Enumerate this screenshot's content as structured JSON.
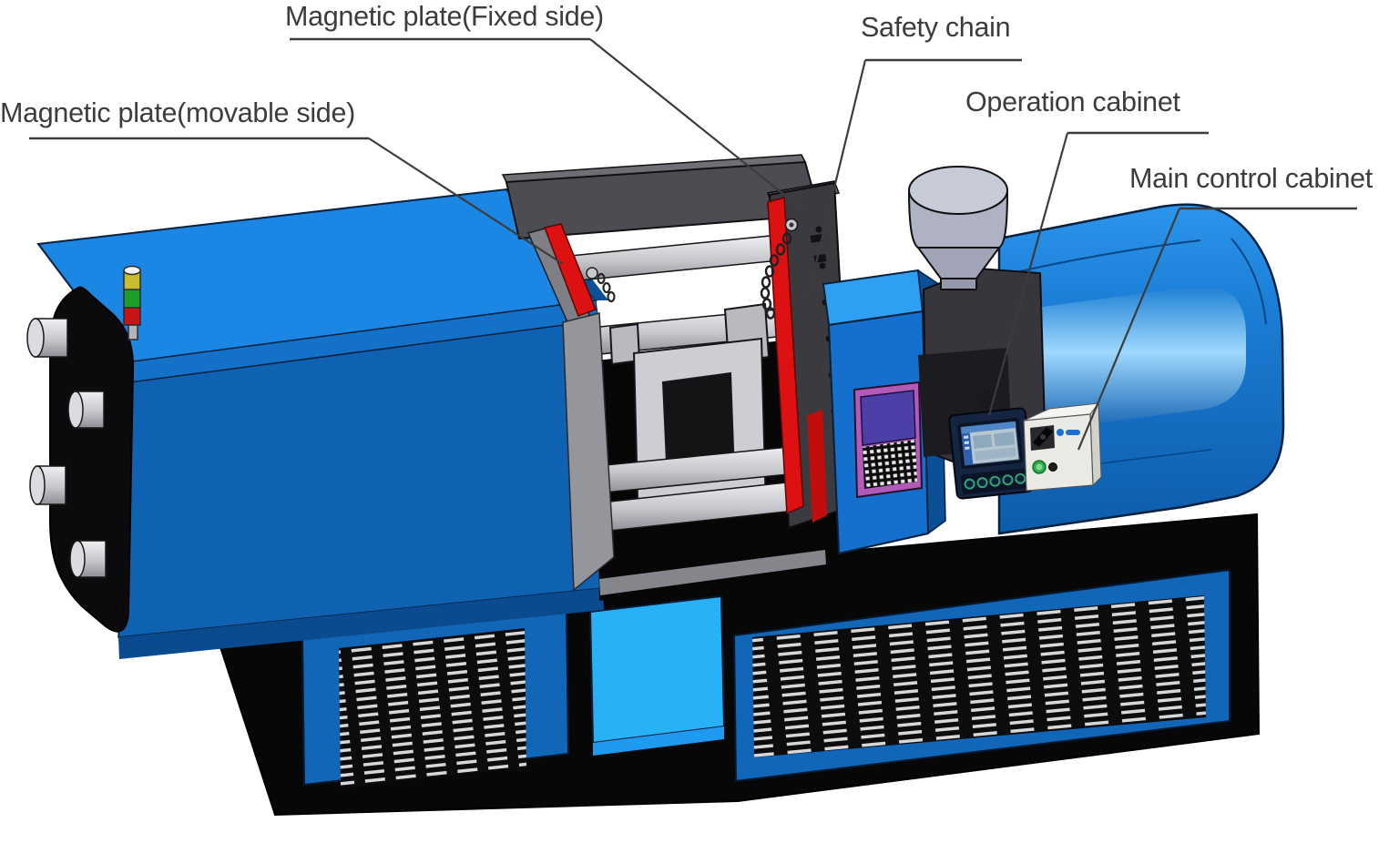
{
  "diagram": {
    "subject": "injection molding machine schematic",
    "labels": {
      "magnetic_plate_fixed": "Magnetic plate(Fixed side)",
      "magnetic_plate_movable": "Magnetic plate(movable side)",
      "safety_chain": "Safety chain",
      "operation_cabinet": "Operation cabinet",
      "main_control_cabinet": "Main control cabinet"
    },
    "colors": {
      "machine_blue_top": "#1b86e4",
      "machine_blue_front": "#0f61b2",
      "base_black": "#070707",
      "accent_red": "#de1112",
      "panel_purple": "#b25ab8",
      "panel_screen_blue": "#4c40a8",
      "door_light_blue": "#28b1f7",
      "metal_gray": "#c6c7cc",
      "hopper_gray": "#aeb2c2",
      "label_text": "#3c3c3c",
      "signal_red": "#c81417",
      "signal_green": "#1da02a",
      "signal_yellow": "#c9bd2e"
    }
  }
}
